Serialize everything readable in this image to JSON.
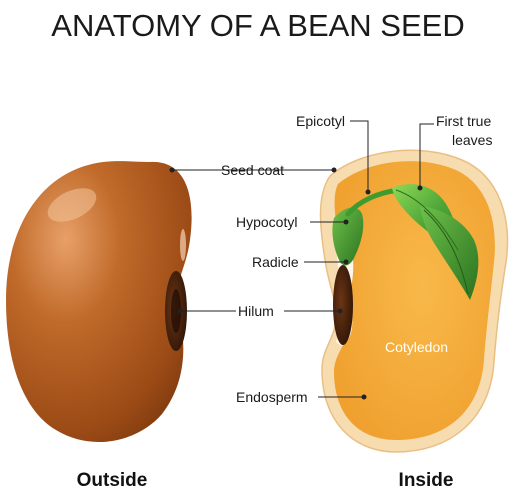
{
  "title": "ANATOMY OF A BEAN SEED",
  "labels": {
    "seed_coat": "Seed coat",
    "epicotyl": "Epicotyl",
    "first_true_leaves_line1": "First true",
    "first_true_leaves_line2": "leaves",
    "hypocotyl": "Hypocotyl",
    "radicle": "Radicle",
    "hilum": "Hilum",
    "cotyledon": "Cotyledon",
    "endosperm": "Endosperm"
  },
  "captions": {
    "outside": "Outside",
    "inside": "Inside"
  },
  "colors": {
    "seed_outer": "#a8561c",
    "seed_highlight": "#e59a5c",
    "seed_rim": "#f3d3a4",
    "cotyledon": "#f5ad3b",
    "hilum": "#3b1d0c",
    "leaf": "#3f9b2f",
    "leaf_light": "#7cd04c"
  }
}
